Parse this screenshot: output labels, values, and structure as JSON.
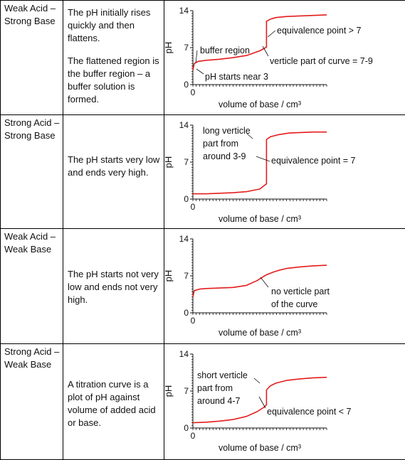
{
  "colors": {
    "curve": "#e41c1c",
    "axis": "#111111",
    "border": "#000000"
  },
  "rows": [
    {
      "name": "Weak Acid – Strong Base",
      "description": [
        "The pH initially rises quickly and then flattens.",
        "The flattened region is the buffer region – a buffer solution is formed."
      ],
      "annotations": [
        "buffer region",
        "pH starts near 3",
        "equivalence point > 7",
        "verticle part of curve = 7-9"
      ]
    },
    {
      "name": "Strong Acid – Strong Base",
      "description": [
        "The pH starts very low and ends very high."
      ],
      "annotations": [
        "long verticle part from around 3-9",
        "equivalence point = 7"
      ]
    },
    {
      "name": "Weak Acid – Weak Base",
      "description": [
        "The pH starts not very low and ends not very high."
      ],
      "annotations": [
        "no verticle part of the curve"
      ]
    },
    {
      "name": "Strong Acid – Weak Base",
      "description": [
        "A titration curve is a plot of pH against volume of added acid or base."
      ],
      "annotations": [
        "short verticle part from around 4-7",
        "equivalence point < 7"
      ]
    }
  ],
  "chart_data": [
    {
      "type": "line",
      "ylabel": "pH",
      "xlabel": "volume of base / cm³",
      "yticks": [
        0,
        7,
        14
      ],
      "xticks": [
        0
      ],
      "ylim": [
        0,
        14
      ],
      "xlim": [
        0,
        100
      ],
      "series": [
        {
          "x": [
            0,
            1,
            4,
            10,
            20,
            30,
            40,
            50,
            55,
            55,
            58,
            62,
            70,
            80,
            90,
            100
          ],
          "y": [
            2.7,
            4,
            4.4,
            4.6,
            4.8,
            5.1,
            5.5,
            6.4,
            7.1,
            12.0,
            12.4,
            12.7,
            12.9,
            13.0,
            13.1,
            13.2
          ]
        }
      ]
    },
    {
      "type": "line",
      "ylabel": "pH",
      "xlabel": "volume of base / cm³",
      "yticks": [
        0,
        7,
        14
      ],
      "xticks": [
        0
      ],
      "ylim": [
        0,
        14
      ],
      "xlim": [
        0,
        100
      ],
      "series": [
        {
          "x": [
            0,
            10,
            20,
            30,
            40,
            50,
            52,
            55,
            55,
            58,
            64,
            72,
            80,
            90,
            100
          ],
          "y": [
            1.0,
            1.0,
            1.1,
            1.2,
            1.4,
            1.9,
            2.3,
            2.9,
            11.3,
            11.8,
            12.2,
            12.5,
            12.6,
            12.7,
            12.7
          ]
        }
      ]
    },
    {
      "type": "line",
      "ylabel": "pH",
      "xlabel": "volume of base / cm³",
      "yticks": [
        0,
        7,
        14
      ],
      "xticks": [
        0
      ],
      "ylim": [
        0,
        14
      ],
      "xlim": [
        0,
        100
      ],
      "series": [
        {
          "x": [
            0,
            1,
            5,
            10,
            20,
            30,
            40,
            48,
            53,
            55,
            60,
            65,
            70,
            80,
            90,
            100
          ],
          "y": [
            3.0,
            4.2,
            4.5,
            4.6,
            4.7,
            4.8,
            5.2,
            6.1,
            6.9,
            7.2,
            7.7,
            8.1,
            8.4,
            8.7,
            8.9,
            9.0
          ]
        }
      ]
    },
    {
      "type": "line",
      "ylabel": "pH",
      "xlabel": "volume of base / cm³",
      "yticks": [
        0,
        7,
        14
      ],
      "xticks": [
        0
      ],
      "ylim": [
        0,
        14
      ],
      "xlim": [
        0,
        100
      ],
      "series": [
        {
          "x": [
            0,
            10,
            20,
            30,
            40,
            48,
            53,
            55,
            55,
            58,
            62,
            70,
            80,
            90,
            100
          ],
          "y": [
            1.0,
            1.1,
            1.3,
            1.6,
            2.2,
            3.1,
            3.9,
            4.4,
            7.2,
            8.0,
            8.5,
            9.0,
            9.3,
            9.5,
            9.6
          ]
        }
      ]
    }
  ]
}
